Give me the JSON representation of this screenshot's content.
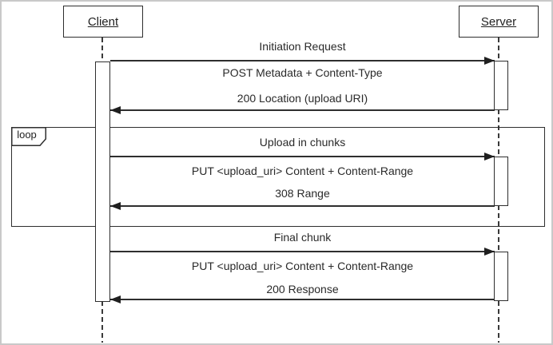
{
  "diagram": {
    "type": "sequence-diagram",
    "actors": [
      {
        "name": "Client"
      },
      {
        "name": "Server"
      }
    ],
    "fragment": {
      "label": "loop"
    },
    "exchanges": [
      {
        "request_title": "Initiation Request",
        "request_detail": "POST Metadata + Content-Type",
        "response": "200 Location (upload URI)"
      },
      {
        "request_title": "Upload in chunks",
        "request_detail": "PUT <upload_uri> Content + Content-Range",
        "response": "308 Range"
      },
      {
        "request_title": "Final chunk",
        "request_detail": "PUT <upload_uri> Content + Content-Range",
        "response": "200 Response"
      }
    ],
    "colors": {
      "line": "#2e2e2e",
      "text": "#2a2a2a",
      "background": "#ffffff",
      "frame_border": "#c9c9c9"
    }
  }
}
